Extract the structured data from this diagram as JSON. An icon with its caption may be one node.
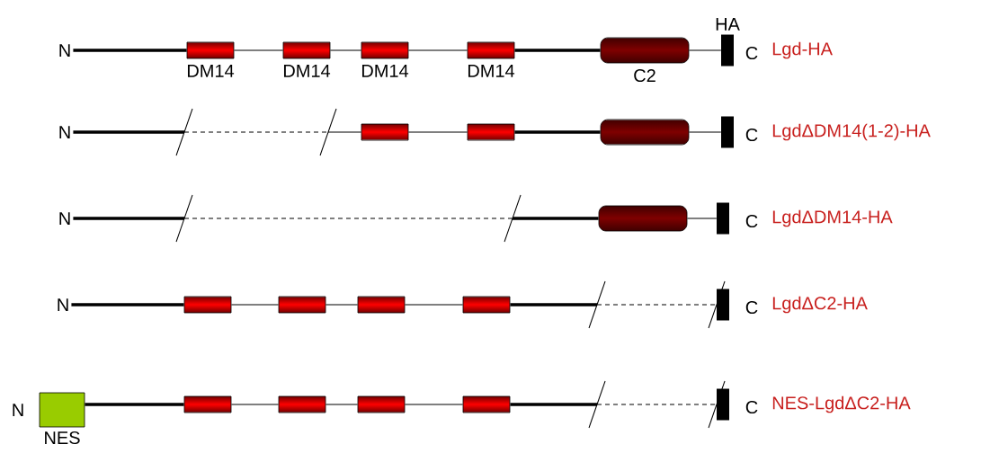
{
  "diagram": {
    "nodes": [
      {
        "text": [
          "N"
        ]
      },
      {
        "text": [
          "DM14"
        ]
      },
      {
        "text": [
          "DM14"
        ]
      },
      {
        "text": [
          "DM14"
        ]
      },
      {
        "text": [
          "DM14"
        ]
      },
      {
        "text": [
          "C2"
        ]
      },
      {
        "text": [
          "HA"
        ]
      },
      {
        "text": [
          "N"
        ]
      },
      {
        "text": [],
        "shape": "box"
      },
      {
        "text": [],
        "shape": "box"
      },
      {
        "text": [],
        "shape": "box"
      },
      {
        "text": [],
        "shape": "box"
      },
      {
        "text": [
          "N"
        ]
      },
      {
        "text": [],
        "shape": "box"
      },
      {
        "text": [],
        "shape": "box"
      },
      {
        "text": [
          "N"
        ]
      },
      {
        "text": [],
        "shape": "box"
      },
      {
        "text": [],
        "shape": "box"
      },
      {
        "text": [],
        "shape": "box"
      },
      {
        "text": [],
        "shape": "box"
      },
      {
        "text": [],
        "shape": "box"
      },
      {
        "text": [
          "NES"
        ]
      },
      {
        "text": [],
        "shape": "box"
      },
      {
        "text": [],
        "shape": "box"
      },
      {
        "text": [],
        "shape": "box"
      },
      {
        "text": [],
        "shape": "box"
      },
      {
        "text": [],
        "shape": "box"
      }
    ],
    "edges": [
      {
        "from": 0,
        "to": 1,
        "arrow": "none",
        "style": "thick"
      },
      {
        "from": 1,
        "to": 2,
        "arrow": "none"
      },
      {
        "from": 2,
        "to": 3,
        "arrow": "none"
      },
      {
        "from": 3,
        "to": 4,
        "arrow": "none"
      },
      {
        "from": 4,
        "to": 5,
        "arrow": "none",
        "style": "thick"
      },
      {
        "from": 5,
        "to": 6,
        "arrow": "none"
      },
      {
        "from": 7,
        "to": 8,
        "arrow": "none",
        "style": "dashed"
      },
      {
        "from": 8,
        "to": 9,
        "arrow": "none"
      },
      {
        "from": 9,
        "to": 10,
        "arrow": "none",
        "style": "thick"
      },
      {
        "from": 10,
        "to": 11,
        "arrow": "none"
      },
      {
        "from": 12,
        "to": 13,
        "arrow": "none",
        "style": "dashed"
      },
      {
        "from": 13,
        "to": 14,
        "arrow": "none"
      },
      {
        "from": 15,
        "to": 16,
        "arrow": "none",
        "style": "thick"
      },
      {
        "from": 16,
        "to": 17,
        "arrow": "none"
      },
      {
        "from": 17,
        "to": 18,
        "arrow": "none"
      },
      {
        "from": 18,
        "to": 19,
        "arrow": "none"
      },
      {
        "from": 19,
        "to": 20,
        "arrow": "none",
        "style": "dashed"
      },
      {
        "from": 21,
        "to": 22,
        "arrow": "none",
        "style": "thick"
      },
      {
        "from": 22,
        "to": 23,
        "arrow": "none"
      },
      {
        "from": 23,
        "to": 24,
        "arrow": "none"
      },
      {
        "from": 24,
        "to": 25,
        "arrow": "none"
      },
      {
        "from": 25,
        "to": 26,
        "arrow": "none",
        "style": "dashed"
      }
    ],
    "labels": [
      "C",
      "Lgd-HA",
      "C",
      "LgdΔDM14(1-2)-HA",
      "C",
      "LgdΔDM14-HA",
      "C",
      "LgdΔC2-HA",
      "N",
      "C",
      "NES-LgdΔC2-HA"
    ]
  }
}
